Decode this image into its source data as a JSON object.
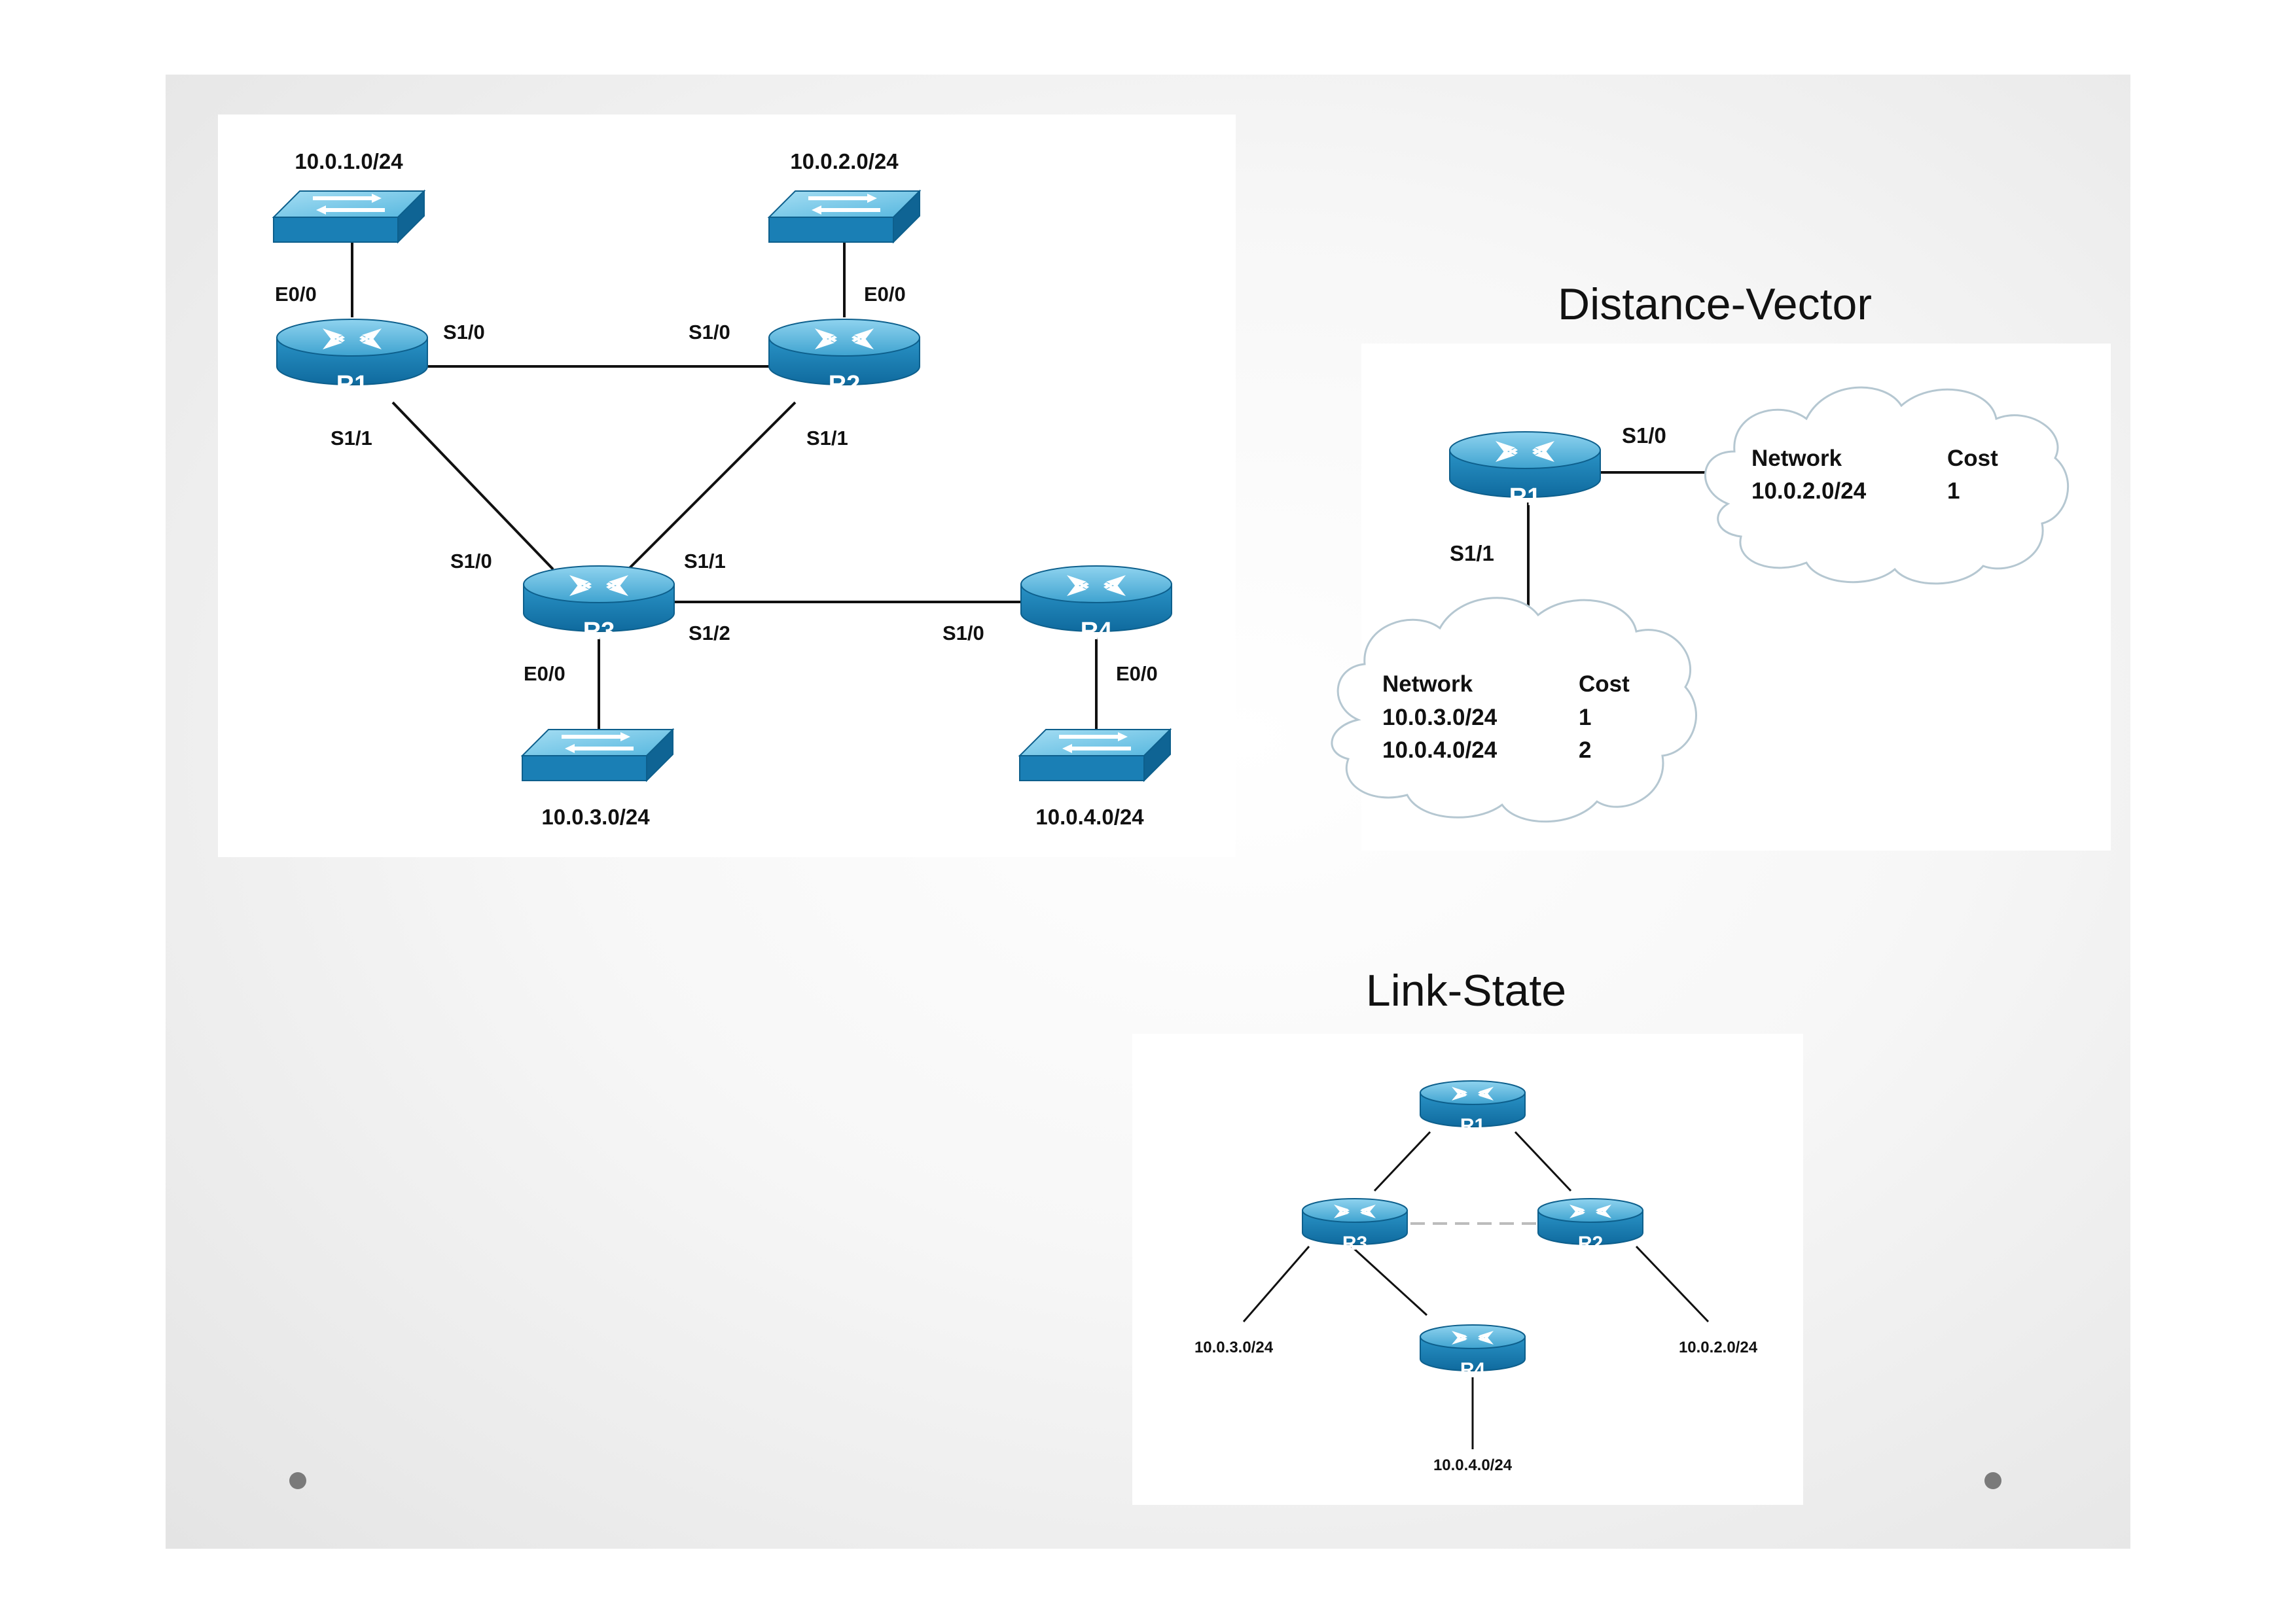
{
  "topology": {
    "routers": [
      "R1",
      "R2",
      "R3",
      "R4"
    ],
    "networks": {
      "n1": "10.0.1.0/24",
      "n2": "10.0.2.0/24",
      "n3": "10.0.3.0/24",
      "n4": "10.0.4.0/24"
    },
    "interfaces": {
      "r1_e0": "E0/0",
      "r1_s10": "S1/0",
      "r1_s11": "S1/1",
      "r2_e0": "E0/0",
      "r2_s10": "S1/0",
      "r2_s11": "S1/1",
      "r3_s10": "S1/0",
      "r3_s11": "S1/1",
      "r3_s12": "S1/2",
      "r3_e0": "E0/0",
      "r4_s10": "S1/0",
      "r4_e0": "E0/0"
    }
  },
  "distance_vector": {
    "title": "Distance-Vector",
    "router": "R1",
    "if_s10": "S1/0",
    "if_s11": "S1/1",
    "cloud1": {
      "col_network": "Network",
      "col_cost": "Cost",
      "rows": [
        {
          "network": "10.0.2.0/24",
          "cost": "1"
        }
      ]
    },
    "cloud2": {
      "col_network": "Network",
      "col_cost": "Cost",
      "rows": [
        {
          "network": "10.0.3.0/24",
          "cost": "1"
        },
        {
          "network": "10.0.4.0/24",
          "cost": "2"
        }
      ]
    }
  },
  "link_state": {
    "title": "Link-State",
    "routers": [
      "R1",
      "R3",
      "R2",
      "R4"
    ],
    "networks": {
      "n3": "10.0.3.0/24",
      "n2": "10.0.2.0/24",
      "n4": "10.0.4.0/24"
    }
  },
  "colors": {
    "router_top": "#5fb8dc",
    "router_side": "#1a7fb5",
    "cloud_stroke": "#b5c7d1"
  }
}
